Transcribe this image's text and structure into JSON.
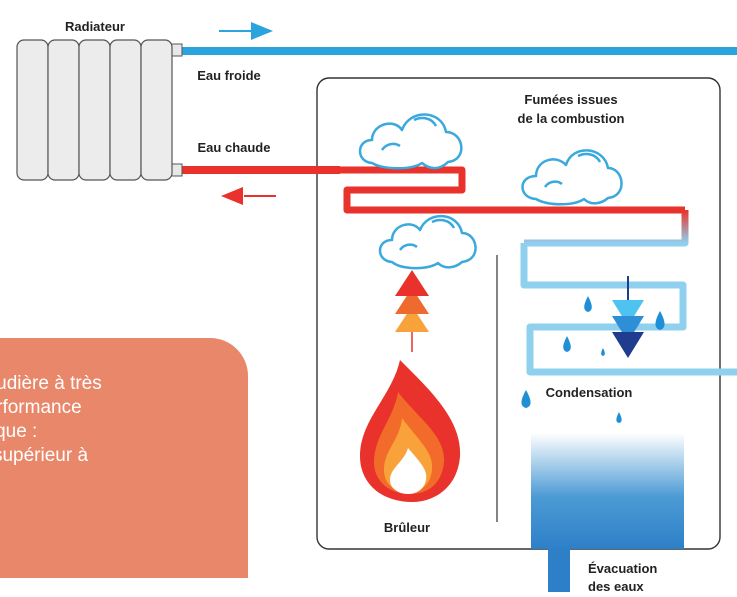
{
  "labels": {
    "radiateur": "Radiateur",
    "eau_froide": "Eau froide",
    "eau_chaude": "Eau chaude",
    "fumees_1": "Fumées issues",
    "fumees_2": "de la combustion",
    "bruleur": "Brûleur",
    "condensation": "Condensation",
    "evacuation_1": "Évacuation",
    "evacuation_2": "des eaux"
  },
  "callout": {
    "lines": [
      "haudière à très",
      "performance",
      "étique :",
      "S supérieur à"
    ]
  },
  "colors": {
    "cold_water": "#2ba3dc",
    "hot_water": "#e8322b",
    "callout_bg": "#e9876a",
    "boiler_border": "#333333",
    "cloud_stroke": "#3aa9dd",
    "drop": "#1f8fd6"
  }
}
